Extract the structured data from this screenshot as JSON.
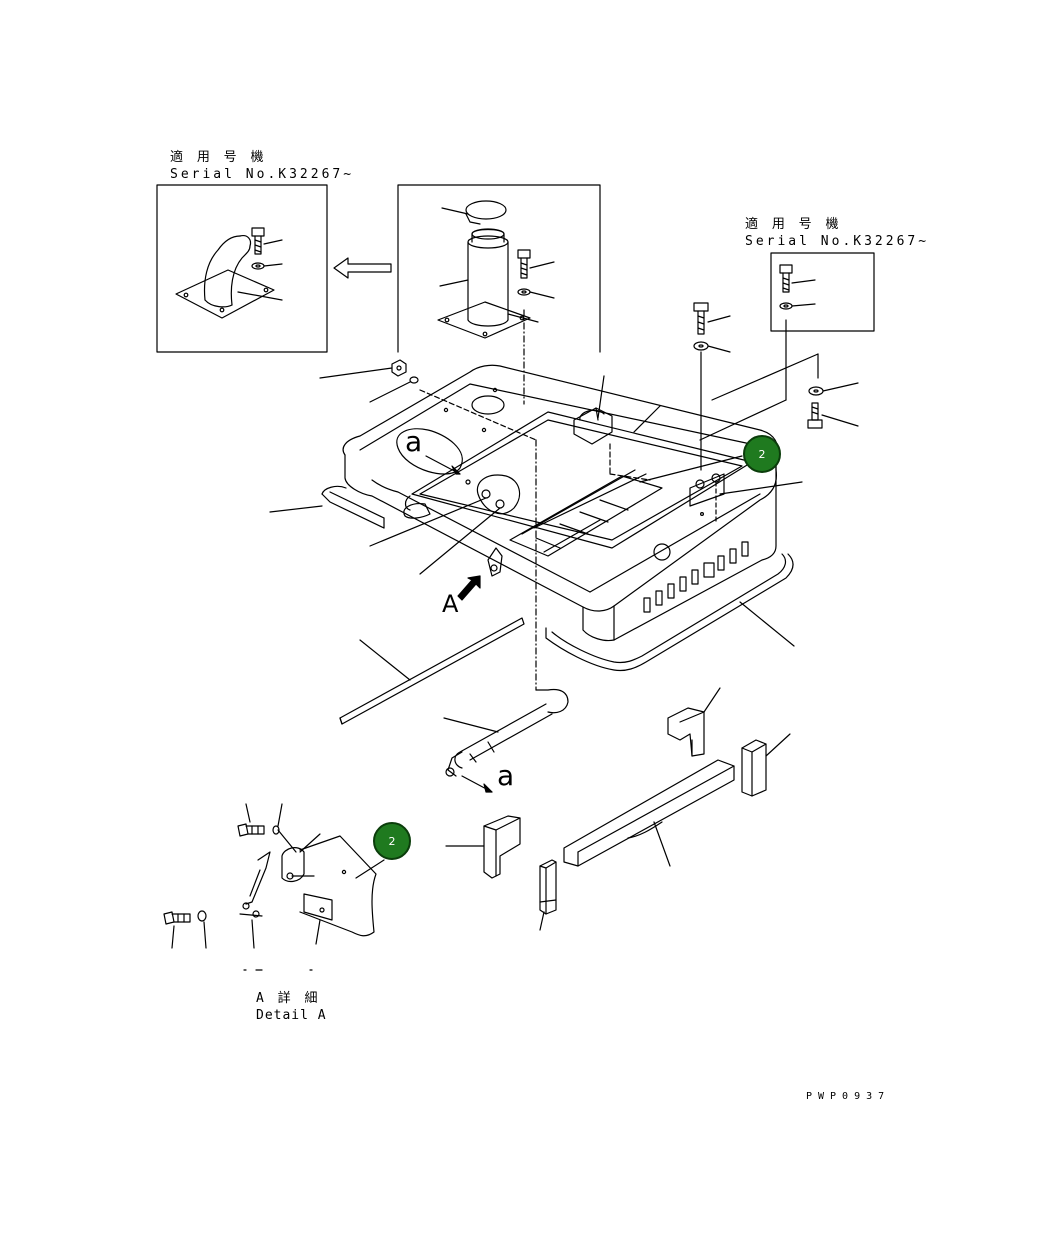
{
  "labels": {
    "serial_jp_left": "適 用 号 機",
    "serial_en_left": "Serial No.K32267~",
    "serial_jp_right": "適 用 号 機",
    "serial_en_right": "Serial No.K32267~",
    "view_marker_a_big": "A",
    "marker_a_lower_left": "a",
    "marker_a_lower": "a",
    "detail_jp": "A 詳 細",
    "detail_en": "Detail A",
    "drawing_code": "PWP0937"
  },
  "callouts": {
    "badge_upper": "2",
    "badge_lower": "2"
  },
  "colors": {
    "line": "#000000",
    "badge_fill": "#1f7a1f"
  }
}
